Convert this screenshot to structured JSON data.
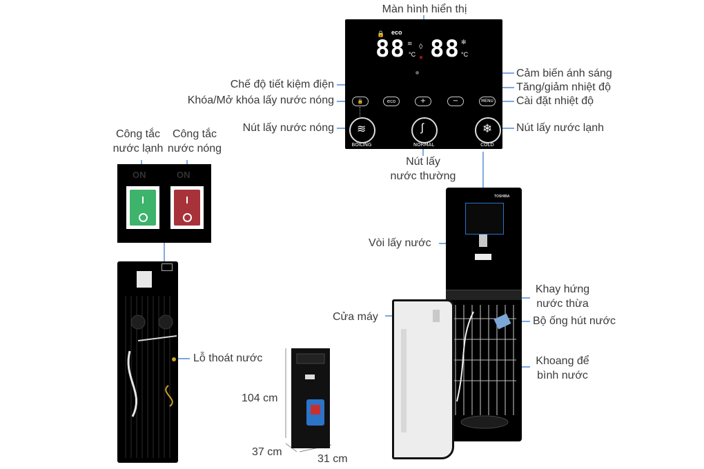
{
  "labels": {
    "display_screen": "Màn hình hiển thị",
    "light_sensor": "Cảm biến ánh sáng",
    "eco_mode": "Chế độ tiết kiệm điện",
    "temp_up_down": "Tăng/giảm nhiệt độ",
    "hot_lock": "Khóa/Mở khóa lấy nước nóng",
    "temp_setting": "Cài đặt nhiệt độ",
    "hot_button": "Nút lấy nước nóng",
    "cold_button": "Nút lấy nước lạnh",
    "normal_button_1": "Nút lấy",
    "normal_button_2": "nước thường",
    "cold_switch_1": "Công tắc",
    "cold_switch_2": "nước lạnh",
    "hot_switch_1": "Công tắc",
    "hot_switch_2": "nước nóng",
    "faucet": "Vòi lấy nước",
    "drip_tray_1": "Khay hứng",
    "drip_tray_2": "nước thừa",
    "door": "Cửa máy",
    "suction_pipe": "Bộ ống hút nước",
    "bottle_bay_1": "Khoang để",
    "bottle_bay_2": "bình nước",
    "drain_hole": "Lỗ thoát nước"
  },
  "dimensions": {
    "height": "104 cm",
    "depth": "37 cm",
    "width": "31 cm"
  },
  "control_panel": {
    "eco_text": "eco",
    "left_temp": "88",
    "right_temp": "88",
    "unit": "°C",
    "eco_btn": "eco",
    "menu_btn": "MENU",
    "plus_btn": "+",
    "minus_btn": "−",
    "boiling_caption": "BOILING",
    "normal_caption": "NORMAL",
    "cold_caption": "COLD"
  },
  "switch_panel": {
    "on_left": "ON",
    "on_right": "ON"
  },
  "brand": "TOSHIBA",
  "colors": {
    "cold_switch": "#3db36b",
    "hot_switch": "#a8323a",
    "leader_line": "#2a72c9",
    "panel": "#000000"
  }
}
